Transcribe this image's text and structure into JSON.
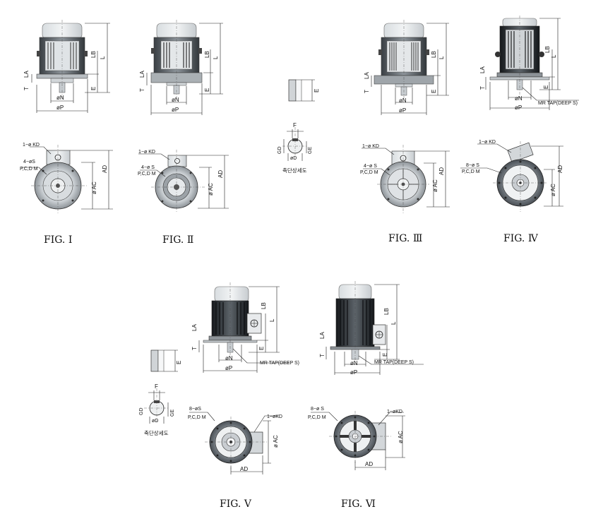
{
  "figures": [
    {
      "caption": "FIG. Ⅰ",
      "labels": {
        "lb": "LB",
        "l": "L",
        "la": "LA",
        "t": "T",
        "e": "E",
        "n": "øN",
        "p": "øP",
        "kd": "1−ø KD",
        "s": "4−øS",
        "pcd": "P,C,D M",
        "ad": "AD",
        "ac": "ø AC"
      }
    },
    {
      "caption": "FIG. Ⅱ",
      "labels": {
        "lb": "LB",
        "l": "L",
        "la": "LA",
        "t": "T",
        "e": "E",
        "n": "øN",
        "p": "øP",
        "kd": "1−ø KD",
        "s": "4−ø S",
        "pcd": "P,C,D M",
        "ad": "AD",
        "ac": "ø AC"
      }
    },
    {
      "caption": "FIG. Ⅲ",
      "labels": {
        "lb": "LB",
        "l": "L",
        "la": "LA",
        "t": "T",
        "e": "E",
        "n": "øN",
        "p": "øP",
        "kd": "1−ø KD",
        "s": "4−ø S",
        "pcd": "P,C,D M",
        "ad": "AD",
        "ac": "ø AC"
      }
    },
    {
      "caption": "FIG. Ⅳ",
      "labels": {
        "lb": "LB",
        "l": "L",
        "la": "LA",
        "t": "T",
        "e": "E",
        "n": "øN",
        "p": "øP",
        "mr": "MR TAP(DEEP S)",
        "kd": "1−ø KD",
        "s": "8−ø S",
        "pcd": "P,C,D M",
        "ad": "AD",
        "ac": "ø AC"
      }
    },
    {
      "caption": "FIG. Ⅴ",
      "labels": {
        "lb": "LB",
        "l": "L",
        "la": "LA",
        "t": "T",
        "e": "E",
        "n": "øN",
        "p": "øP",
        "mr": "MR TAP(DEEP S)",
        "kd": "1−øKD",
        "s": "8−øS",
        "pcd": "P,C,D M",
        "ad": "AD",
        "ac": "ø AC"
      }
    },
    {
      "caption": "FIG. Ⅵ",
      "labels": {
        "lb": "LB",
        "l": "L",
        "la": "LA",
        "t": "T",
        "e": "E",
        "n": "øN",
        "p": "øP",
        "mr": "MR TAP(DEEP S)",
        "kd": "1−øKD",
        "s": "8−ø S",
        "pcd": "P,C,D M",
        "ad": "AD",
        "ac": "ø AC"
      }
    }
  ],
  "shaft_details": [
    {
      "e": "E",
      "f": "F",
      "gd": "GD",
      "ge": "GE",
      "d": "øD",
      "caption": "축단상세도"
    },
    {
      "e": "E",
      "f": "F",
      "gd": "GD",
      "ge": "GE",
      "d": "øD",
      "caption": "축단상세도"
    }
  ]
}
